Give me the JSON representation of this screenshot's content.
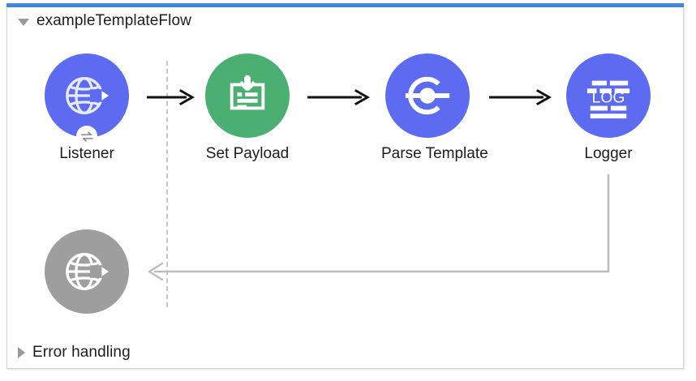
{
  "panel": {
    "accent_color": "#4285dd",
    "border_color": "#d4d4d4",
    "background": "#ffffff"
  },
  "flow": {
    "name": "exampleTemplateFlow",
    "expanded": true,
    "toggle_icon": "triangle-down-icon"
  },
  "error_section": {
    "name": "Error handling",
    "expanded": false,
    "toggle_icon": "triangle-right-icon"
  },
  "colors": {
    "node_blue": "#5c6bf0",
    "node_green": "#4caf72",
    "node_gray": "#9e9e9e",
    "connector_black": "#111111",
    "connector_gray": "#bdbdbd",
    "divider_gray": "#c6c6c6"
  },
  "nodes": [
    {
      "id": "listener",
      "label": "Listener",
      "icon": "globe-arrow-icon",
      "badge_icon": "exchange-icon",
      "color": "#5c6bf0",
      "enabled": true
    },
    {
      "id": "set-payload",
      "label": "Set Payload",
      "icon": "set-payload-icon",
      "color": "#4caf72",
      "enabled": true
    },
    {
      "id": "parse-template",
      "label": "Parse Template",
      "icon": "parse-template-icon",
      "color": "#5c6bf0",
      "enabled": true
    },
    {
      "id": "logger",
      "label": "Logger",
      "icon": "log-icon",
      "color": "#5c6bf0",
      "enabled": true
    },
    {
      "id": "response-listener",
      "label": "",
      "icon": "globe-arrow-icon",
      "color": "#9e9e9e",
      "enabled": false
    }
  ],
  "logger_icon_text": "LOG",
  "connectors": [
    {
      "id": "listener-to-set-payload",
      "style": "solid-black-arrow"
    },
    {
      "id": "set-payload-to-parse-template",
      "style": "solid-black-arrow"
    },
    {
      "id": "parse-template-to-logger",
      "style": "solid-black-arrow"
    },
    {
      "id": "logger-to-response",
      "style": "solid-gray-arrow-return"
    }
  ]
}
